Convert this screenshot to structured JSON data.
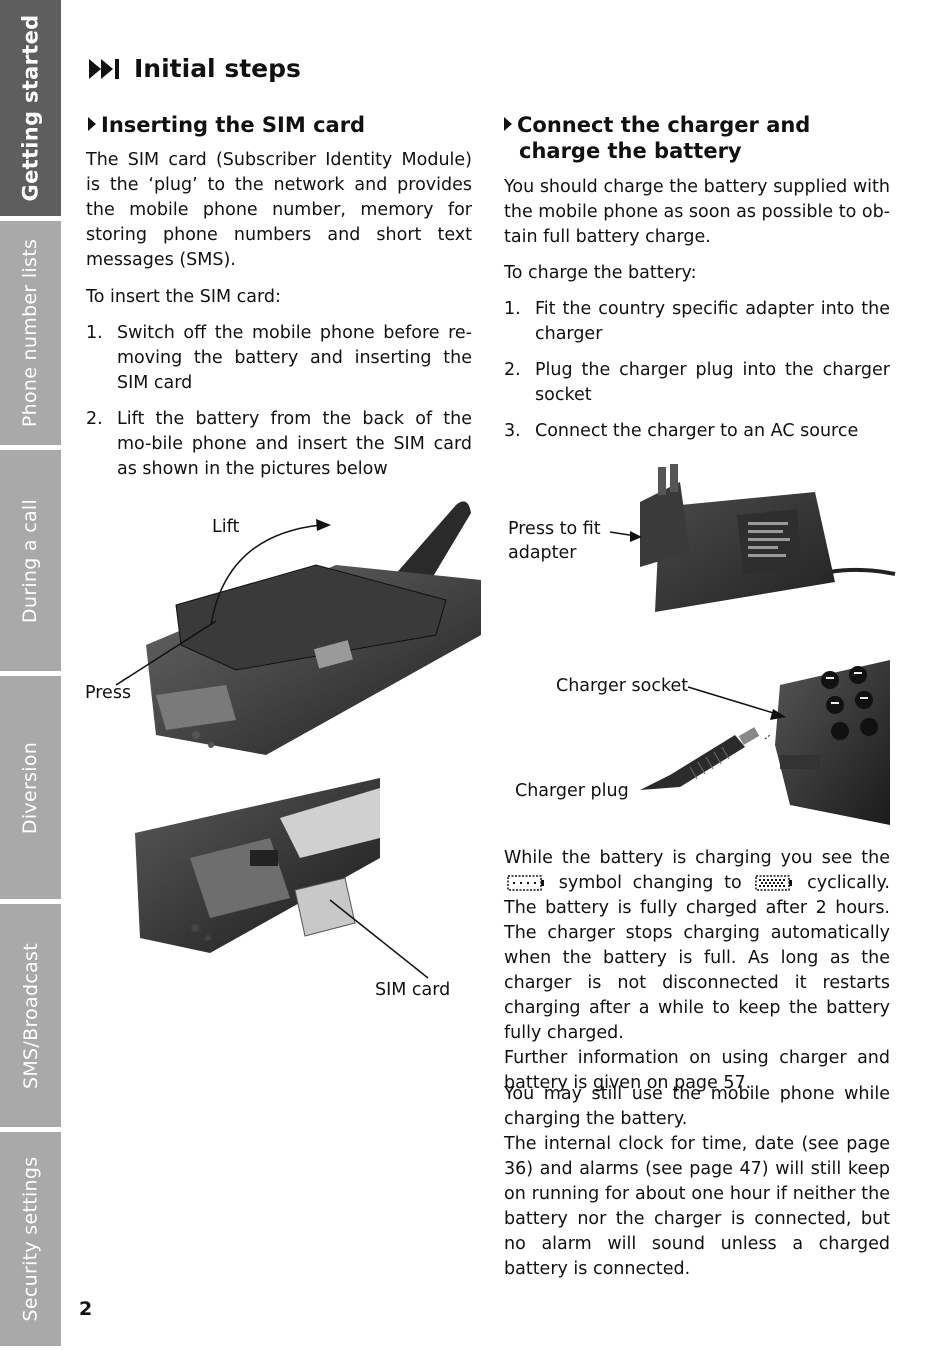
{
  "tabs": [
    {
      "label": "Getting started",
      "active": true
    },
    {
      "label": "Phone number lists",
      "active": false
    },
    {
      "label": "During a call",
      "active": false
    },
    {
      "label": "Diversion",
      "active": false
    },
    {
      "label": "SMS/Broadcast",
      "active": false
    },
    {
      "label": "Security settings",
      "active": false
    }
  ],
  "page": {
    "title": "Initial steps",
    "number": "2"
  },
  "sim": {
    "heading": "Inserting the SIM card",
    "intro": "The SIM card (Subscriber Identity Module) is the ‘plug’ to the network and provides the mobile phone number, memory for storing phone numbers and short text messages (SMS).",
    "lead": "To insert the SIM card:",
    "steps": [
      {
        "num": "1.",
        "text": "Switch off the mobile phone before re-moving the battery and inserting the SIM card"
      },
      {
        "num": "2.",
        "text": "Lift the battery from the back of the mo-bile phone and insert the SIM card as shown in the pictures below"
      }
    ],
    "labels": {
      "lift": "Lift",
      "press": "Press",
      "sim_card": "SIM card"
    }
  },
  "charger": {
    "heading_line1": "Connect the charger and",
    "heading_line2": "charge the battery",
    "intro": "You should charge the battery supplied with the mobile phone as soon as possible to ob-tain full battery charge.",
    "lead": "To charge the battery:",
    "steps": [
      {
        "num": "1.",
        "text": "Fit the country specific adapter into the charger"
      },
      {
        "num": "2.",
        "text": "Plug the charger plug into the charger socket"
      },
      {
        "num": "3.",
        "text": "Connect the charger to an AC source"
      }
    ],
    "labels": {
      "press_fit_line1": "Press to fit",
      "press_fit_line2": "adapter",
      "socket": "Charger socket",
      "plug": "Charger plug"
    },
    "charging_text_a": "While the battery is charging you see the",
    "charging_text_b": "symbol changing to",
    "charging_text_c": "cyclically. The battery is fully charged after 2 hours. The charger stops charging automatically when the battery is full. As long as the charger is not disconnected it restarts charging after a while to keep the battery fully charged.",
    "further_info": "Further information on using charger and battery is given on page 57.",
    "still_use": "You may still use the mobile phone while charging the battery.",
    "clock_info": "The internal clock for time, date (see page 36) and alarms (see page 47) will still keep on running for about one hour if neither the battery nor the charger is connected, but no alarm will sound unless a charged battery is connected."
  },
  "icons": {
    "title_icon": "fast-forward-icon",
    "battery_empty": "battery-empty-icon",
    "battery_full": "battery-full-icon"
  }
}
